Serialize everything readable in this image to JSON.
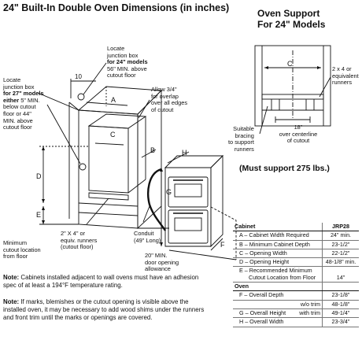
{
  "header": {
    "title": "24\" Built-In Double Oven Dimensions (in inches)",
    "support_title_1": "Oven Support",
    "support_title_2": "For 24\" Models"
  },
  "labels": {
    "locate_right_1": "Locate",
    "locate_right_2": "junction box",
    "locate_right_3": "for 24\" models",
    "locate_right_4": "56\" MIN. above",
    "locate_right_5": "cutout floor",
    "dim_10": "10",
    "locate_left_1": "Locate",
    "locate_left_2": "junction box",
    "locate_left_3": "for 27\" models",
    "locate_left_4a": "either",
    "locate_left_4b": " 5\" MIN.",
    "locate_left_5": "below cutout",
    "locate_left_6": "floor or 44\"",
    "locate_left_7": "MIN. above",
    "locate_left_8": "cutout floor",
    "allow_1": "Allow 3/4\"",
    "allow_2": "for overlap",
    "allow_3": "over all edges",
    "allow_4": "of cutout",
    "runners_1": "2\" X 4\" or",
    "runners_2": "equiv. runners",
    "runners_3": "(cutout floor)",
    "conduit_1": "Conduit",
    "conduit_2": "(49\" Long)",
    "minimum_1": "Minimum",
    "minimum_2": "cutout location",
    "minimum_3": "from floor",
    "door_1": "20\" MIN.",
    "door_2": "door opening",
    "door_3": "allowance",
    "letter_a": "A",
    "letter_b": "B",
    "letter_c": "C",
    "letter_d": "D",
    "letter_e": "E",
    "letter_f": "F",
    "letter_g": "G",
    "letter_h": "H",
    "letter_c2": "C",
    "equiv_1": "2 x 4 or",
    "equiv_2": "equivalent",
    "equiv_3": "runners",
    "bracing_1": "Suitable",
    "bracing_2": "bracing",
    "bracing_3": "to support",
    "bracing_4": "runners",
    "eighteen_1": "18\"",
    "eighteen_2": "over centerline",
    "eighteen_3": "of cutout"
  },
  "support_note": "(Must support 275 lbs.)",
  "notes": {
    "note1_label": "Note:",
    "note1_text": " Cabinets installed adjacent to wall ovens must have an adhesion spec of at least a 194°F temperature rating.",
    "note2_label": "Note:",
    "note2_text": " If marks, blemishes or the cutout opening is visible above the installed oven, it may be necessary to add wood shims under the runners and front trim until the marks or openings are covered."
  },
  "table": {
    "header_left": "Cabinet",
    "header_right": "JRP28",
    "rows": [
      {
        "label": "A – Cabinet Width Required",
        "value": "24\" min."
      },
      {
        "label": "B – Minimum Cabinet Depth",
        "value": "23-1/2\""
      },
      {
        "label": "C – Opening Width",
        "value": "22-1/2\""
      },
      {
        "label": "D – Opening Height",
        "value": "48-1/8\" min."
      },
      {
        "label": "E – Recommended Minimum",
        "label2": "Cutout Location from Floor",
        "value": "14\""
      }
    ],
    "oven_header": "Oven",
    "oven_rows": [
      {
        "label": "F – Overall Depth",
        "value": "23-1/8\""
      },
      {
        "label": "w/o trim",
        "value": "48-1/8\""
      },
      {
        "label": "G – Overall Height",
        "sub": "with trim",
        "value": "49-1/4\""
      },
      {
        "label": "H – Overall Width",
        "value": "23-3/4\""
      }
    ]
  }
}
